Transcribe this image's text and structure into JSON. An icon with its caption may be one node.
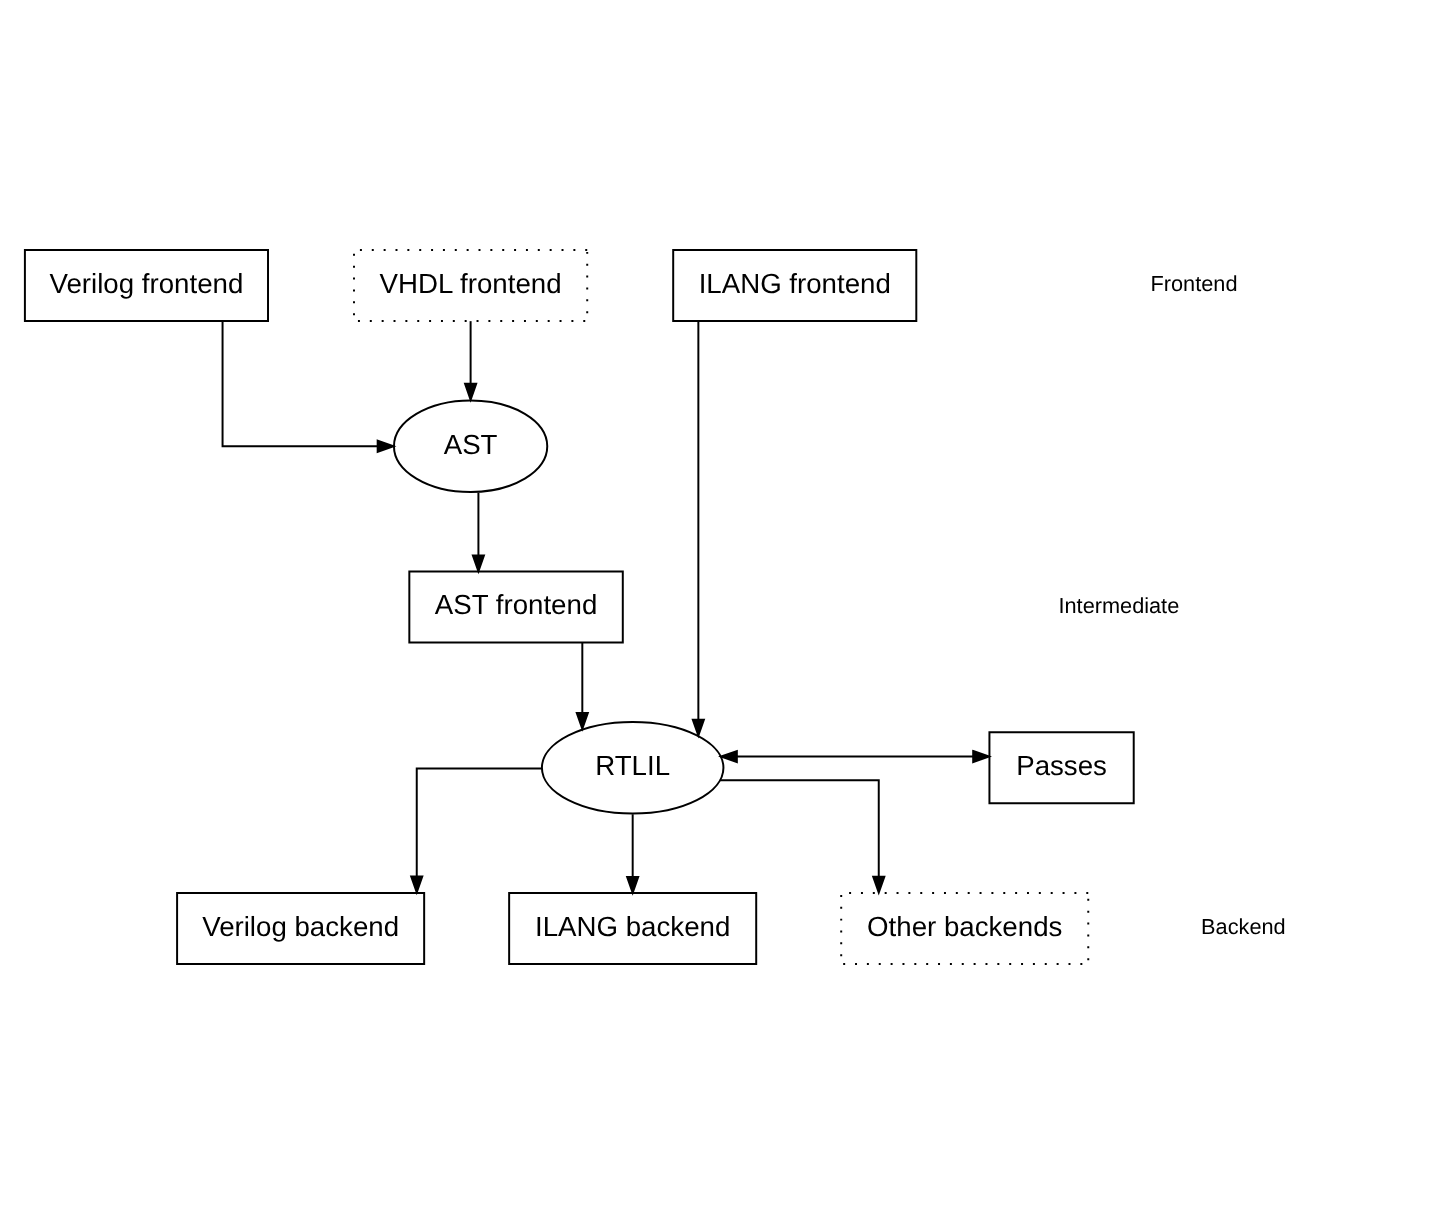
{
  "diagram": {
    "nodes": [
      {
        "text": [
          "Verilog frontend"
        ]
      },
      {
        "text": [
          "VHDL frontend"
        ]
      },
      {
        "text": [
          "ILANG frontend"
        ]
      },
      {
        "text": [
          "AST"
        ]
      },
      {
        "text": [
          "AST frontend"
        ]
      },
      {
        "text": [
          "RTLIL"
        ]
      },
      {
        "text": [
          "Passes"
        ]
      },
      {
        "text": [
          "Verilog backend"
        ]
      },
      {
        "text": [
          "ILANG backend"
        ]
      },
      {
        "text": [
          "Other backends"
        ]
      }
    ],
    "edges": [
      {
        "from": 0,
        "to": 3,
        "arrow": "to"
      },
      {
        "from": 1,
        "to": 3,
        "arrow": "to"
      },
      {
        "from": 3,
        "to": 4,
        "arrow": "to"
      },
      {
        "from": 2,
        "to": 5,
        "arrow": "to"
      },
      {
        "from": 4,
        "to": 5,
        "arrow": "to"
      },
      {
        "from": 5,
        "to": 6,
        "arrow": "both"
      },
      {
        "from": 5,
        "to": 7,
        "arrow": "to"
      },
      {
        "from": 5,
        "to": 8,
        "arrow": "to"
      },
      {
        "from": 5,
        "to": 9,
        "arrow": "to"
      }
    ],
    "labels": [
      "Frontend",
      "Intermediate",
      "Backend"
    ]
  }
}
